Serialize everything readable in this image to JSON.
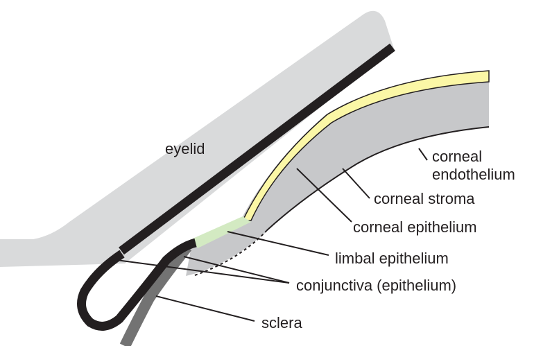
{
  "labels": {
    "eyelid": "eyelid",
    "corneal_endothelium_line1": "corneal",
    "corneal_endothelium_line2": "endothelium",
    "corneal_stroma": "corneal stroma",
    "corneal_epithelium": "corneal epithelium",
    "limbal_epithelium": "limbal epithelium",
    "conjunctiva": "conjunctiva (epithelium)",
    "sclera": "sclera"
  },
  "colors": {
    "eyelid_fill": "#d9dadb",
    "tissue_fill": "#c7c8ca",
    "outline": "#231f20",
    "conjunctiva_band": "#231f20",
    "sclera_band": "#737373",
    "corneal_epithelium": "#fbf7a6",
    "limbal_epithelium": "#d3eac2"
  }
}
